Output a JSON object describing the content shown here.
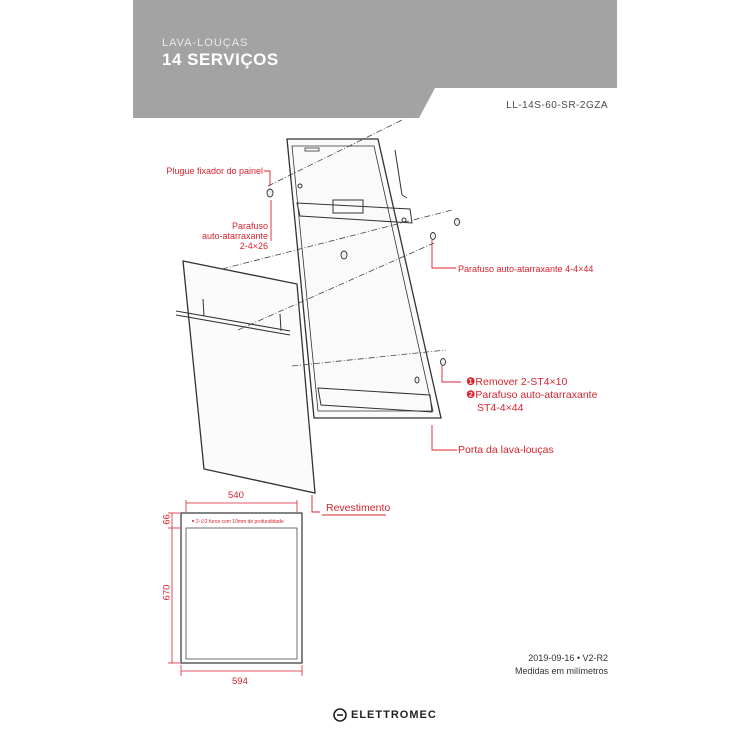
{
  "header": {
    "category": "LAVA-LOUÇAS",
    "title": "14 SERVIÇOS",
    "model": "LL-14S-60-SR-2GZA",
    "band_color": "#a3a3a3"
  },
  "labels": {
    "panel_plug": "Plugue fixador do painel",
    "screw_2": [
      "Parafuso",
      "auto-atarraxante",
      "2-4×26"
    ],
    "screw_4": "Parafuso auto-atarraxante 4-4×44",
    "step1": "Remover 2-ST4×10",
    "step2": [
      "Parafuso auto-atarraxante",
      "ST4-4×44"
    ],
    "door": "Porta da lava-louças",
    "cladding": "Revestimento"
  },
  "dimensions": {
    "width_top": "540",
    "width_bottom": "594",
    "height_top": "66",
    "height_main": "670",
    "hole_note": "2-∅2  furos com 10mm de profundidade"
  },
  "footer": {
    "date": "2019-09-16 • V2-R2",
    "units": "Medidas em milímetros",
    "brand": "ELETTROMEC"
  },
  "colors": {
    "accent": "#d9232e",
    "line": "#333333"
  }
}
